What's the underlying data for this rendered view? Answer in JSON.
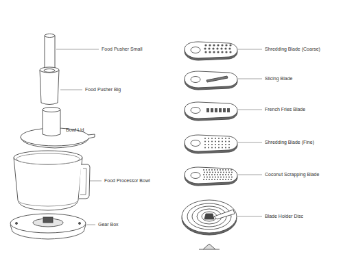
{
  "diagram": {
    "labels": [
      "Food Pusher Small",
      "Food Pusher Big",
      "Bowl Lid",
      "Food Processor Bowl",
      "Gear Box",
      "Shredding Blade (Coarse)",
      "Slicing Blade",
      "French Fries Blade",
      "Shredding Blade (Fine)",
      "Coconut Scrapping Blade",
      "Blade Holder Disc"
    ]
  }
}
